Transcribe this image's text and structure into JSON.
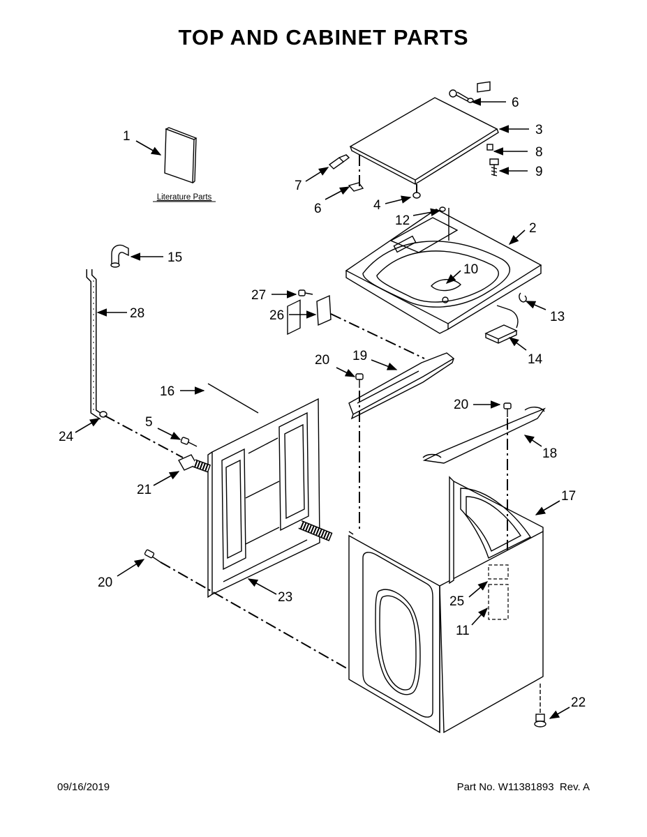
{
  "title": "TOP AND CABINET PARTS",
  "footer": {
    "date": "09/16/2019",
    "part_label": "Part No.",
    "part_number": "W11381893",
    "rev_label": "Rev.",
    "rev": "A"
  },
  "literature_label": "Literature Parts",
  "callouts": [
    "1",
    "2",
    "3",
    "4",
    "5",
    "6",
    "6",
    "7",
    "8",
    "9",
    "10",
    "11",
    "12",
    "13",
    "14",
    "15",
    "16",
    "17",
    "18",
    "19",
    "20",
    "20",
    "20",
    "21",
    "22",
    "23",
    "24",
    "25",
    "26",
    "27",
    "28"
  ]
}
